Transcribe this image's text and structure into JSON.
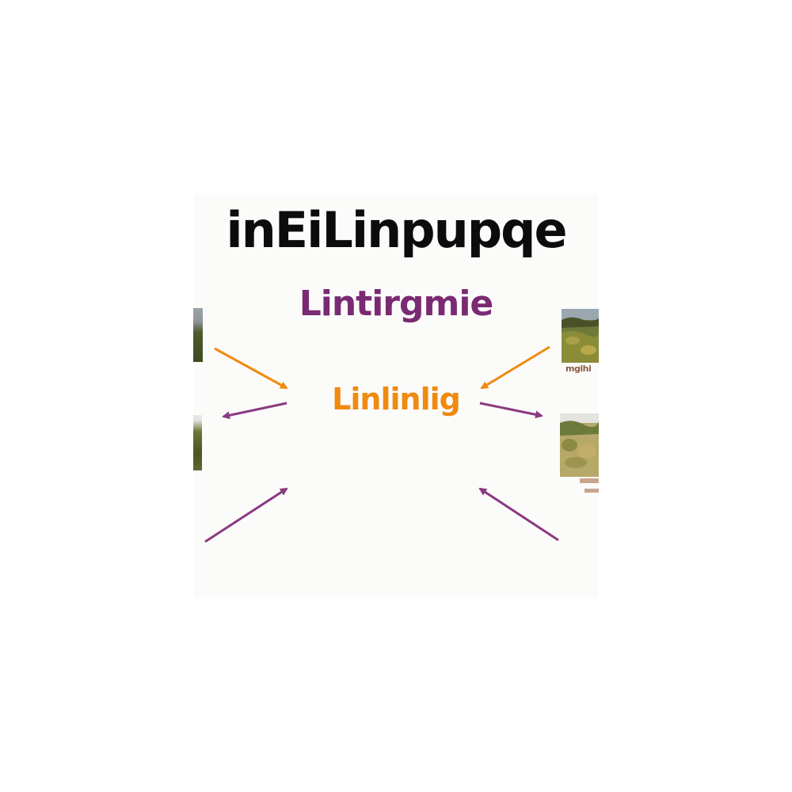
{
  "diagram": {
    "title": "inEiLinpupqe",
    "subtitle": "Lintirgmie",
    "center_label": "Linlinlig",
    "photo_caption": "mgihi",
    "colors": {
      "panel_bg": "#fbfbfa",
      "title": "#0c0c0c",
      "purple": "#7a2a72",
      "orange": "#f08a10",
      "caption": "#8a5a40"
    },
    "arrows": [
      {
        "name": "arrow-top-left-orange",
        "color": "orange",
        "direction": "inward"
      },
      {
        "name": "arrow-top-right-orange",
        "color": "orange",
        "direction": "inward"
      },
      {
        "name": "arrow-middle-left-purple",
        "color": "purple",
        "direction": "outward"
      },
      {
        "name": "arrow-middle-right-purple",
        "color": "purple",
        "direction": "outward"
      },
      {
        "name": "arrow-bottom-left-purple",
        "color": "purple",
        "direction": "inward"
      },
      {
        "name": "arrow-bottom-right-purple",
        "color": "purple",
        "direction": "inward"
      }
    ],
    "photos": [
      {
        "name": "landscape-photo-left-top",
        "scene": "hillside-greenery"
      },
      {
        "name": "landscape-photo-left-middle",
        "scene": "grassland"
      },
      {
        "name": "landscape-photo-right-top",
        "scene": "meadow-under-sky"
      },
      {
        "name": "landscape-photo-right-middle",
        "scene": "dry-grassland"
      }
    ]
  }
}
